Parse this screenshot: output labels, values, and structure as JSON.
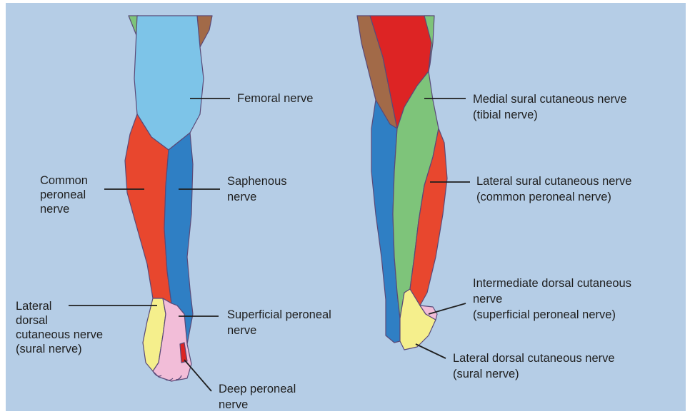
{
  "colors": {
    "background": "#b5cde6",
    "femoral": "#7dc4e8",
    "saphenous": "#2f7fc4",
    "common_peroneal": "#e8472e",
    "posterior_red": "#dd2424",
    "brown": "#a26a48",
    "green": "#7ec47a",
    "pink": "#f2bdd8",
    "yellow": "#f5ef8c",
    "outline": "#5a4a78"
  },
  "labels": {
    "femoral": [
      "Femoral nerve"
    ],
    "common_peroneal": [
      "Common",
      "peroneal",
      "nerve"
    ],
    "saphenous": [
      "Saphenous",
      "nerve"
    ],
    "lateral_dorsal_left": [
      "Lateral",
      "dorsal",
      "cutaneous nerve",
      "(sural nerve)"
    ],
    "superficial_peroneal": [
      "Superficial peroneal",
      "nerve"
    ],
    "deep_peroneal": [
      "Deep peroneal",
      "nerve"
    ],
    "medial_sural": [
      "Medial sural cutaneous nerve",
      "(tibial nerve)"
    ],
    "lateral_sural": [
      "Lateral sural cutaneous nerve",
      "(common peroneal nerve)"
    ],
    "intermediate_dorsal": [
      "Intermediate dorsal cutaneous",
      "nerve",
      "(superficial peroneal nerve)"
    ],
    "lateral_dorsal_right": [
      "Lateral dorsal cutaneous nerve",
      "(sural nerve)"
    ]
  }
}
